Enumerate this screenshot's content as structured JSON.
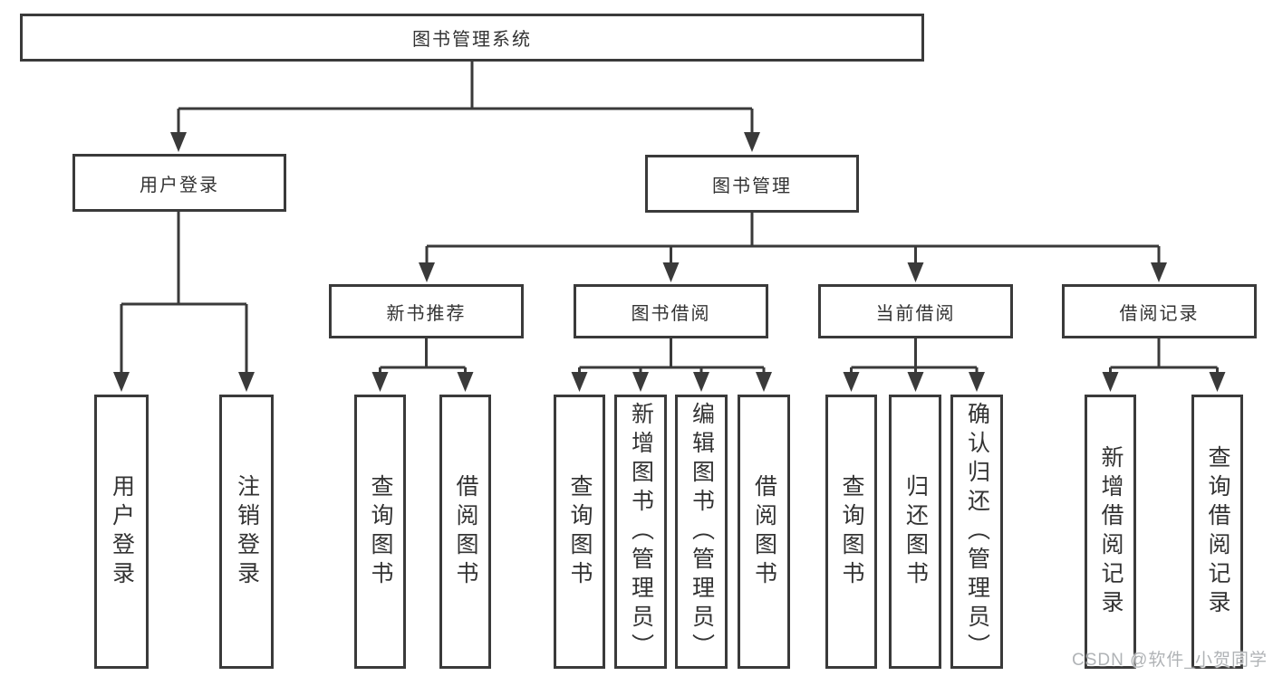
{
  "tree": {
    "label": "图书管理系统",
    "children": [
      {
        "label": "用户登录",
        "children": [
          {
            "label": "用户登录"
          },
          {
            "label": "注销登录"
          }
        ]
      },
      {
        "label": "图书管理",
        "children": [
          {
            "label": "新书推荐",
            "children": [
              {
                "label": "查询图书"
              },
              {
                "label": "借阅图书"
              }
            ]
          },
          {
            "label": "图书借阅",
            "children": [
              {
                "label": "查询图书"
              },
              {
                "label": "新增图书（管理员）"
              },
              {
                "label": "编辑图书（管理员）"
              },
              {
                "label": "借阅图书"
              }
            ]
          },
          {
            "label": "当前借阅",
            "children": [
              {
                "label": "查询图书"
              },
              {
                "label": "归还图书"
              },
              {
                "label": "确认归还（管理员）"
              }
            ]
          },
          {
            "label": "借阅记录",
            "children": [
              {
                "label": "新增借阅记录"
              },
              {
                "label": "查询借阅记录"
              }
            ]
          }
        ]
      }
    ]
  },
  "watermark": "CSDN @软件_小贺同学",
  "colors": {
    "line": "#3a3a3a",
    "text": "#333333",
    "background": "#ffffff",
    "watermark": "#b0b3b6"
  }
}
